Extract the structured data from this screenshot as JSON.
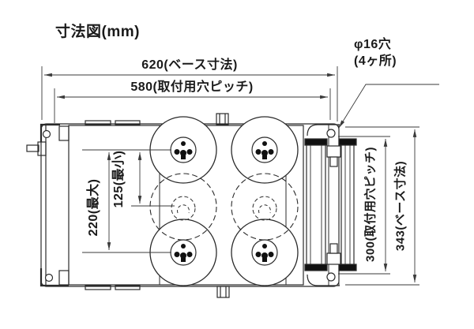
{
  "title": "寸法図(mm)",
  "drawing": {
    "dim_width_base": "620(ベース寸法)",
    "dim_width_hole_pitch": "580(取付用穴ピッチ)",
    "dim_height_hole_pitch": "300(取付用穴ピッチ)",
    "dim_height_base": "343(ベース寸法)",
    "dim_vertical_max": "220(最大)",
    "dim_vertical_min": "125(最小)",
    "hole_note_line1": "φ16穴",
    "hole_note_line2": "(4ヶ所)"
  },
  "colors": {
    "background": "#ffffff",
    "line": "#2b2b2b",
    "dimension_line": "#3a3a3a",
    "text": "#1a1a1a"
  }
}
